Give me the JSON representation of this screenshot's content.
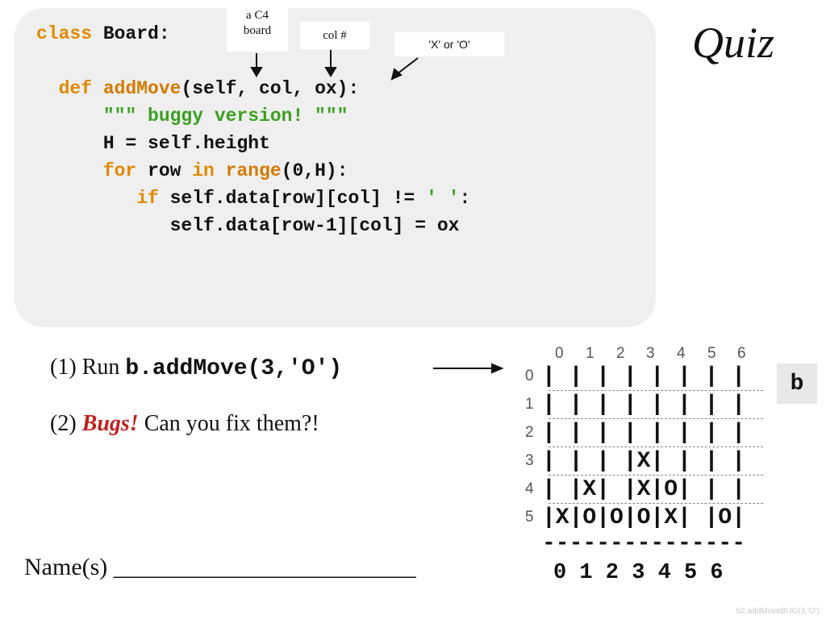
{
  "code": {
    "line1_a": "class",
    "line1_b": " Board:",
    "line2_a": "  def",
    "line2_b": " addMove",
    "line2_c": "(self, col, ox):",
    "line3": "      \"\"\" buggy version! \"\"\"",
    "line4": "      H = self.height",
    "line5_a": "      for",
    "line5_b": " row ",
    "line5_c": "in",
    "line5_d": " range",
    "line5_e": "(0,H):",
    "line6_a": "         if",
    "line6_b": " self.data[row][col] != ",
    "line6_c": "' '",
    "line6_d": ":",
    "line7": "            self.data[row-1][col] = ox"
  },
  "notes": {
    "c4_board": "a C4\nboard",
    "col_num": "col #",
    "x_or_o": "'X'  or  'O'"
  },
  "quiz_title": "Quiz",
  "tasks": {
    "task1_prefix": "(1)  Run  ",
    "task1_code": "b.addMove(3,'O')",
    "task2_prefix": "(2)  ",
    "task2_bugs": "Bugs!",
    "task2_rest": " Can you fix them?!"
  },
  "name_line": "Name(s) _________________________",
  "board": {
    "col_labels": [
      "0",
      "1",
      "2",
      "3",
      "4",
      "5",
      "6"
    ],
    "row_labels": [
      "0",
      "1",
      "2",
      "3",
      "4",
      "5"
    ],
    "rows": [
      "| | | | | | | |",
      "| | | | | | | |",
      "| | | | | | | |",
      "| | | |X| | | |",
      "| |X| |X|O| | |",
      "|X|O|O|O|X| |O|"
    ],
    "bottom_line": "---------------",
    "bottom_numbers": "0 1 2 3 4 5 6",
    "label": "b"
  },
  "colors": {
    "keyword": "#e08a00",
    "string": "#3aa020",
    "bugs": "#c0201e",
    "panel": "#efefef"
  },
  "footer": "b2.addMoveBUG(3,'O')"
}
